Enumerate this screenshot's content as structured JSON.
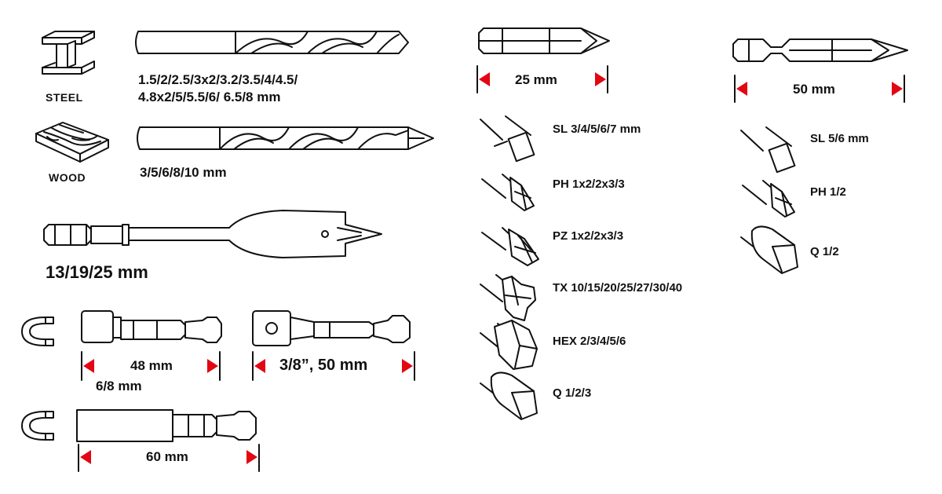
{
  "materials": {
    "steel_label": "STEEL",
    "wood_label": "WOOD"
  },
  "drill_bits": {
    "steel_sizes_line1": "1.5/2/2.5/3x2/3.2/3.5/4/4.5/",
    "steel_sizes_line2": "4.8x2/5/5.5/6/ 6.5/8 mm",
    "wood_sizes": "3/5/6/8/10 mm",
    "spade_sizes": "13/19/25 mm"
  },
  "holders": {
    "magnetic_holder_length": "48 mm",
    "magnetic_holder_sizes": "6/8 mm",
    "socket_adapter": "3/8”, 50 mm",
    "long_holder_length": "60 mm"
  },
  "bits_25mm": {
    "length": "25 mm",
    "types": [
      "SL 3/4/5/6/7 mm",
      "PH 1x2/2x3/3",
      "PZ 1x2/2x3/3",
      "TX 10/15/20/25/27/30/40",
      "HEX 2/3/4/5/6",
      "Q 1/2/3"
    ]
  },
  "bits_50mm": {
    "length": "50 mm",
    "types": [
      "SL 5/6 mm",
      "PH 1/2",
      "Q 1/2"
    ]
  },
  "colors": {
    "arrow": "#e30613",
    "ink": "#111111"
  },
  "icons": [
    "steel-ibeam-icon",
    "wood-block-icon",
    "magnet-icon",
    "slotted-tip-icon",
    "phillips-tip-icon",
    "pozidriv-tip-icon",
    "torx-tip-icon",
    "hex-tip-icon",
    "square-tip-icon"
  ]
}
